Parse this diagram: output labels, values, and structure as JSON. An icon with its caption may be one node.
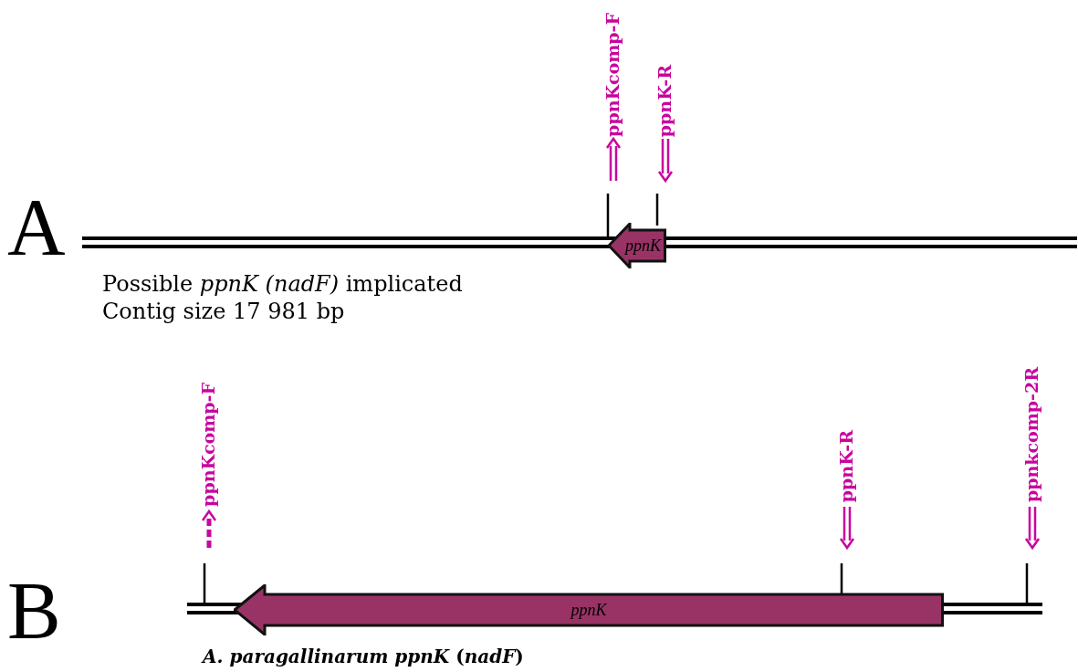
{
  "diagram": {
    "nodes": [
      {
        "text": [
          "ppnK"
        ]
      },
      {
        "text": [
          "ppnK"
        ]
      }
    ],
    "labels": [
      "ppnKcomp-F",
      "ppnK-R",
      "A",
      "Possible *ppnK (nadF)* implicated",
      "Contig size 17 981 bp",
      "ppnKcomp-F",
      "ppnK-R",
      "ppnkcomp-2R",
      "B",
      "*A. paragallinarum ppnK* (*nadF*)"
    ]
  }
}
